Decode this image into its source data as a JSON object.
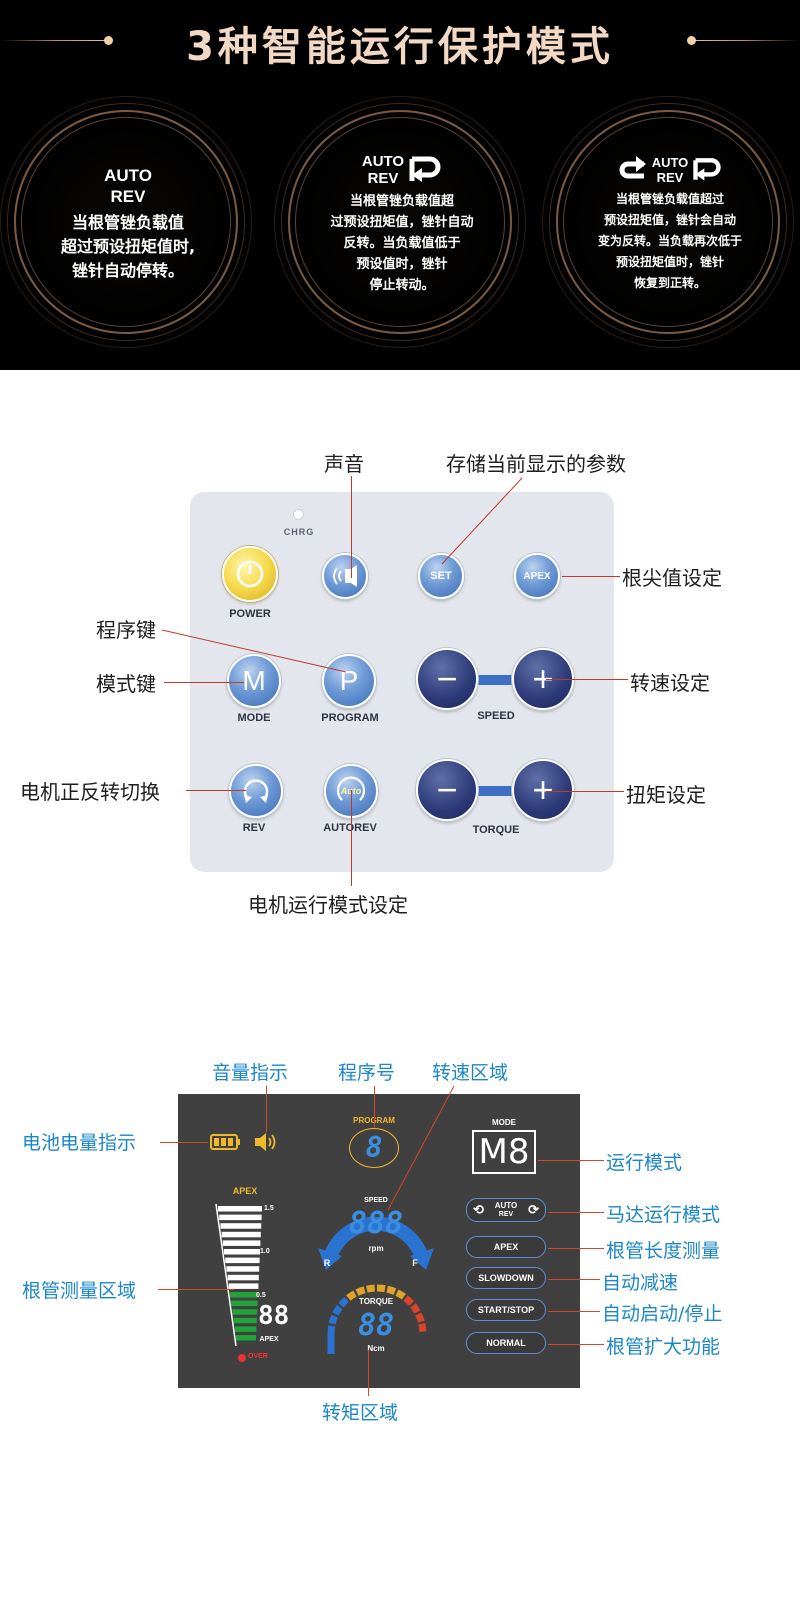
{
  "banner": {
    "title": "3种智能运行保护模式",
    "modes": [
      {
        "auto": "AUTO",
        "rev": "REV",
        "lines": [
          "当根管锉负载值",
          "超过预设扭矩值时,",
          "锉针自动停转。"
        ]
      },
      {
        "auto": "AUTO",
        "rev": "REV",
        "lines": [
          "当根管锉负载值超",
          "过预设扭矩值，锉针自动",
          "反转。当负载值低于",
          "预设值时，锉针",
          "停止转动。"
        ]
      },
      {
        "auto": "AUTO",
        "rev": "REV",
        "lines": [
          "当根管锉负载值超过",
          "预设扭矩值，锉针会自动",
          "变为反转。当负载再次低于",
          "预设扭矩值时，锉针",
          "恢复到正转。"
        ]
      }
    ]
  },
  "keypad": {
    "chrg": "CHRG",
    "power": "POWER",
    "set": "SET",
    "apex": "APEX",
    "m": "M",
    "mode": "MODE",
    "p": "P",
    "program": "PROGRAM",
    "speed": "SPEED",
    "rev": "REV",
    "auto_icon": "Auto",
    "autorev": "AUTOREV",
    "torque": "TORQUE",
    "minus": "−",
    "plus": "+",
    "callouts": {
      "sound": "声音",
      "store": "存储当前显示的参数",
      "apex_set": "根尖值设定",
      "program_key": "程序键",
      "mode_key": "模式键",
      "speed_set": "转速设定",
      "motor_dir": "电机正反转切换",
      "torque_set": "扭矩设定",
      "motor_mode": "电机运行模式设定"
    }
  },
  "lcd": {
    "program_label": "PROGRAM",
    "program_digit": "8",
    "mode_label": "MODE",
    "mode_value": "M8",
    "apex_label": "APEX",
    "apex_scale": [
      "1.5",
      "1.0",
      "0.5"
    ],
    "apex_digits": "88",
    "apex_sub": "APEX",
    "over": "OVER",
    "speed_label": "SPEED",
    "speed_digits": "888",
    "rpm": "rpm",
    "r": "R",
    "f": "F",
    "torque_label": "TORQUE",
    "torque_digits": "88",
    "ncm": "Ncm",
    "pill_auto": "AUTO",
    "pill_rev": "REV",
    "pills": [
      "APEX",
      "SLOWDOWN",
      "START/STOP",
      "NORMAL"
    ],
    "callouts": {
      "volume": "音量指示",
      "program_no": "程序号",
      "speed_area": "转速区域",
      "battery": "电池电量指示",
      "run_mode": "运行模式",
      "motor_mode": "马达运行模式",
      "apex_measure": "根管长度测量",
      "slowdown": "自动减速",
      "startstop": "自动启动/停止",
      "normal": "根管扩大功能",
      "apex_area": "根管测量区域",
      "torque_area": "转矩区域"
    }
  },
  "colors": {
    "accent_blue": "#3f6fc4",
    "lead_red": "#c0392b",
    "lcd_bg": "#404040",
    "callout_blue": "#1b87c9"
  }
}
